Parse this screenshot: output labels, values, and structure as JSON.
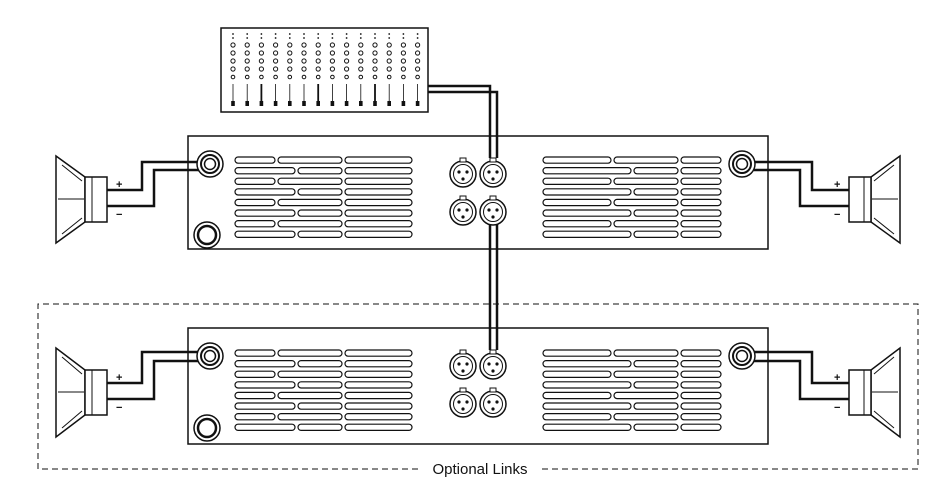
{
  "diagram": {
    "optional_group_label": "Optional Links",
    "polarity": {
      "positive": "+",
      "negative": "−"
    },
    "mixer": {
      "channels": 14
    },
    "amplifiers": [
      {
        "name": "main-amplifier"
      },
      {
        "name": "linked-amplifier"
      }
    ],
    "colors": {
      "line": "#111111",
      "background": "#ffffff"
    }
  }
}
